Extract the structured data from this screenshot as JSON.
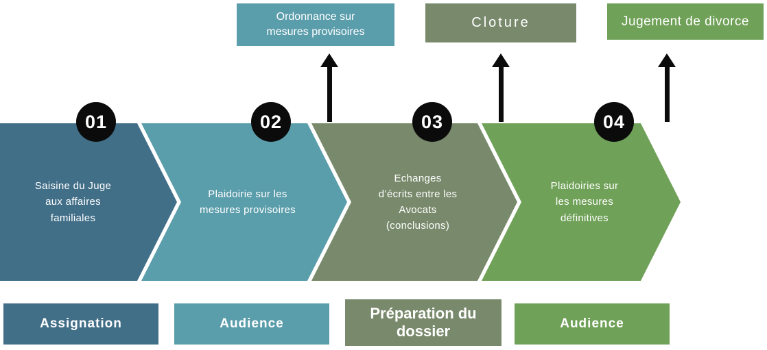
{
  "colors": {
    "badge": "#0b0b0b",
    "arrow": "#0b0b0b",
    "text": "#ffffff"
  },
  "steps": [
    {
      "number": "01",
      "label": "Saisine du Juge aux affaires familiales",
      "color": "#426f88",
      "phase": {
        "label": "Assignation",
        "color": "#426f88"
      }
    },
    {
      "number": "02",
      "label": "Plaidoirie sur les mesures provisoires",
      "color": "#5a9dab",
      "phase": {
        "label": "Audience",
        "color": "#5a9dab"
      },
      "output": {
        "label": "Ordonnance sur mesures provisoires",
        "color": "#5a9dab"
      }
    },
    {
      "number": "03",
      "label": "Echanges d’écrits entre les Avocats (conclusions)",
      "color": "#798a6c",
      "phase": {
        "label": "Préparation du dossier",
        "color": "#798a6c"
      },
      "output": {
        "label": "Cloture",
        "color": "#798a6c"
      }
    },
    {
      "number": "04",
      "label": "Plaidoiries sur les mesures définitives",
      "color": "#70a158",
      "phase": {
        "label": "Audience",
        "color": "#70a158"
      },
      "output": {
        "label": "Jugement de divorce",
        "color": "#70a158"
      }
    }
  ]
}
